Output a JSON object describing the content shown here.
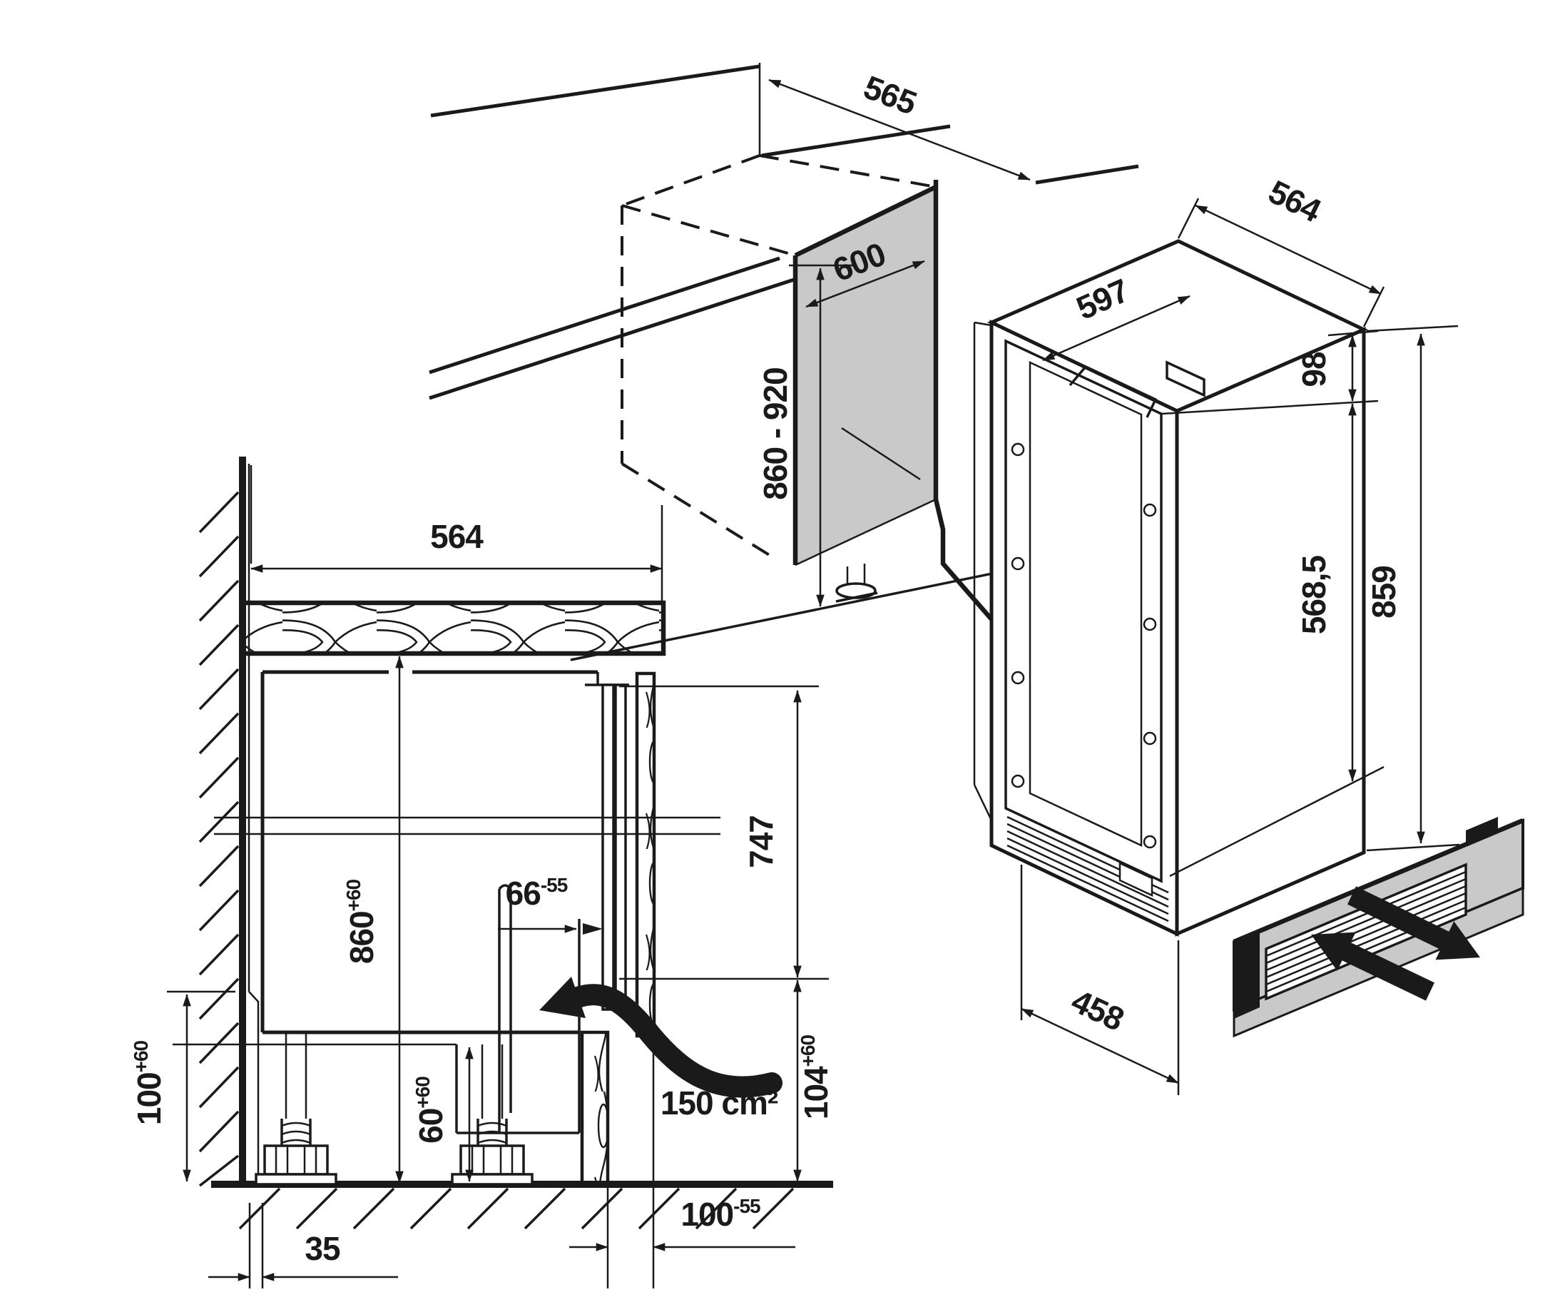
{
  "title": "Built-under appliance installation dimensions",
  "units": "mm",
  "colors": {
    "line": "#1a1a1a",
    "panel_gray": "#c9c9c9",
    "background": "#ffffff"
  },
  "cross_section": {
    "niche_width_label": {
      "value": "564"
    },
    "cabinet_height_label": {
      "value": "860",
      "sup": "+60"
    },
    "wall_clearance_label": {
      "value": "100",
      "sup": "+60"
    },
    "furniture_gap_label": {
      "value": "66",
      "sup": "-55"
    },
    "bottom_clearance_label": {
      "value": "60",
      "sup": "+60"
    },
    "door_height_label": {
      "value": "747"
    },
    "vent_height_label": {
      "value": "104",
      "sup": "+60"
    },
    "vent_area_label": {
      "value": "150 cm²"
    },
    "rear_gap_label": {
      "value": "35"
    },
    "plinth_recess_label": {
      "value": "100",
      "sup": "-55"
    }
  },
  "niche_iso": {
    "depth_label": {
      "value": "565"
    },
    "width_label": {
      "value": "600"
    },
    "height_label": {
      "value": "860 - 920"
    }
  },
  "appliance_iso": {
    "top_width_label": {
      "value": "597"
    },
    "depth_label": {
      "value": "564"
    },
    "top_edge_label": {
      "value": "98"
    },
    "door_panel_height_label": {
      "value": "568,5"
    },
    "total_height_label": {
      "value": "859"
    },
    "grille_width_label": {
      "value": "458"
    }
  }
}
